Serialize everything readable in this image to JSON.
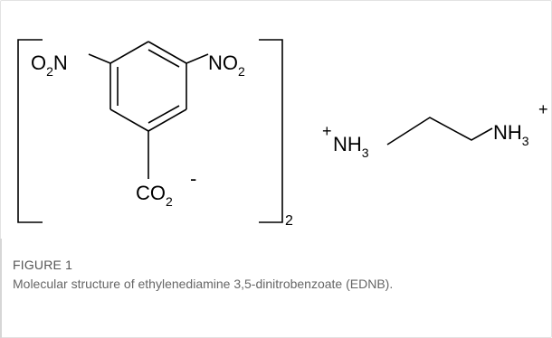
{
  "figure": {
    "label": "FIGURE 1",
    "caption": "Molecular structure of ethylenediamine 3,5-dinitrobenzoate (EDNB)."
  },
  "structure": {
    "left_substituent": {
      "main": "O",
      "sub": "2",
      "tail": "N"
    },
    "right_substituent": {
      "main": "NO",
      "sub": "2"
    },
    "bottom_group": {
      "main": "CO",
      "sub": "2"
    },
    "anion_charge": "-",
    "bracket_count": "2",
    "cation_left": {
      "charge": "+",
      "main": "NH",
      "sub": "3"
    },
    "cation_right": {
      "charge": "+",
      "main": "NH",
      "sub": "3"
    }
  }
}
